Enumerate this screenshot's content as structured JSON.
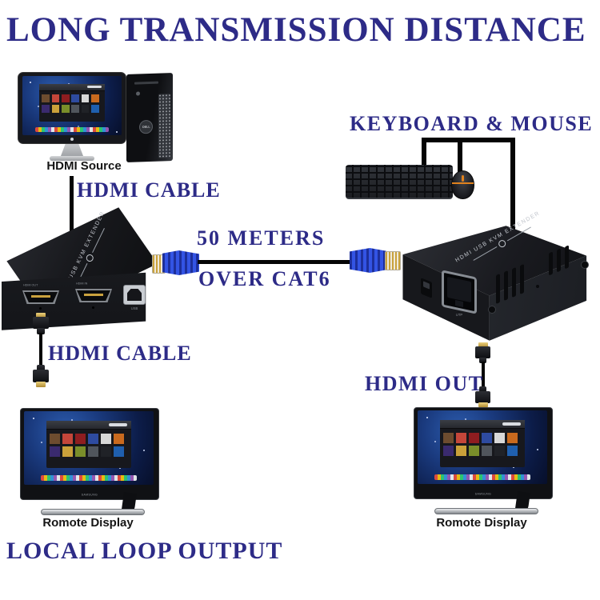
{
  "title": "LONG TRANSMISSION DISTANCE",
  "colors": {
    "accent_navy": "#2d2b87",
    "background": "#ffffff",
    "rj45_blue": "#3354e4",
    "hdmi_gold": "#caa23e",
    "mouse_accent_orange": "#e0821e"
  },
  "source": {
    "label": "HDMI Source",
    "pc_badge": "DELL"
  },
  "cables": {
    "hdmi_cable_top": "HDMI CABLE",
    "hdmi_cable_bottom": "HDMI CABLE",
    "distance_line1": "50 METERS",
    "distance_line2": "OVER CAT6",
    "hdmi_out": "HDMI OUT"
  },
  "peripherals": {
    "label": "KEYBOARD & MOUSE"
  },
  "transmitter": {
    "top_label": "HDMI USB KVM EXTENDER",
    "port_hdmi1_label": "HDMI OUT",
    "port_hdmi2_label": "HDMI IN",
    "port_usb_label": "USB"
  },
  "receiver": {
    "top_label": "HDMI USB KVM EXTENDER",
    "rj45_label": "UTP"
  },
  "displays": {
    "left_label": "Romote Display",
    "right_label": "Romote Display",
    "brand": "SAMSUNG"
  },
  "footer": {
    "local_loop": "LOCAL LOOP OUTPUT"
  }
}
